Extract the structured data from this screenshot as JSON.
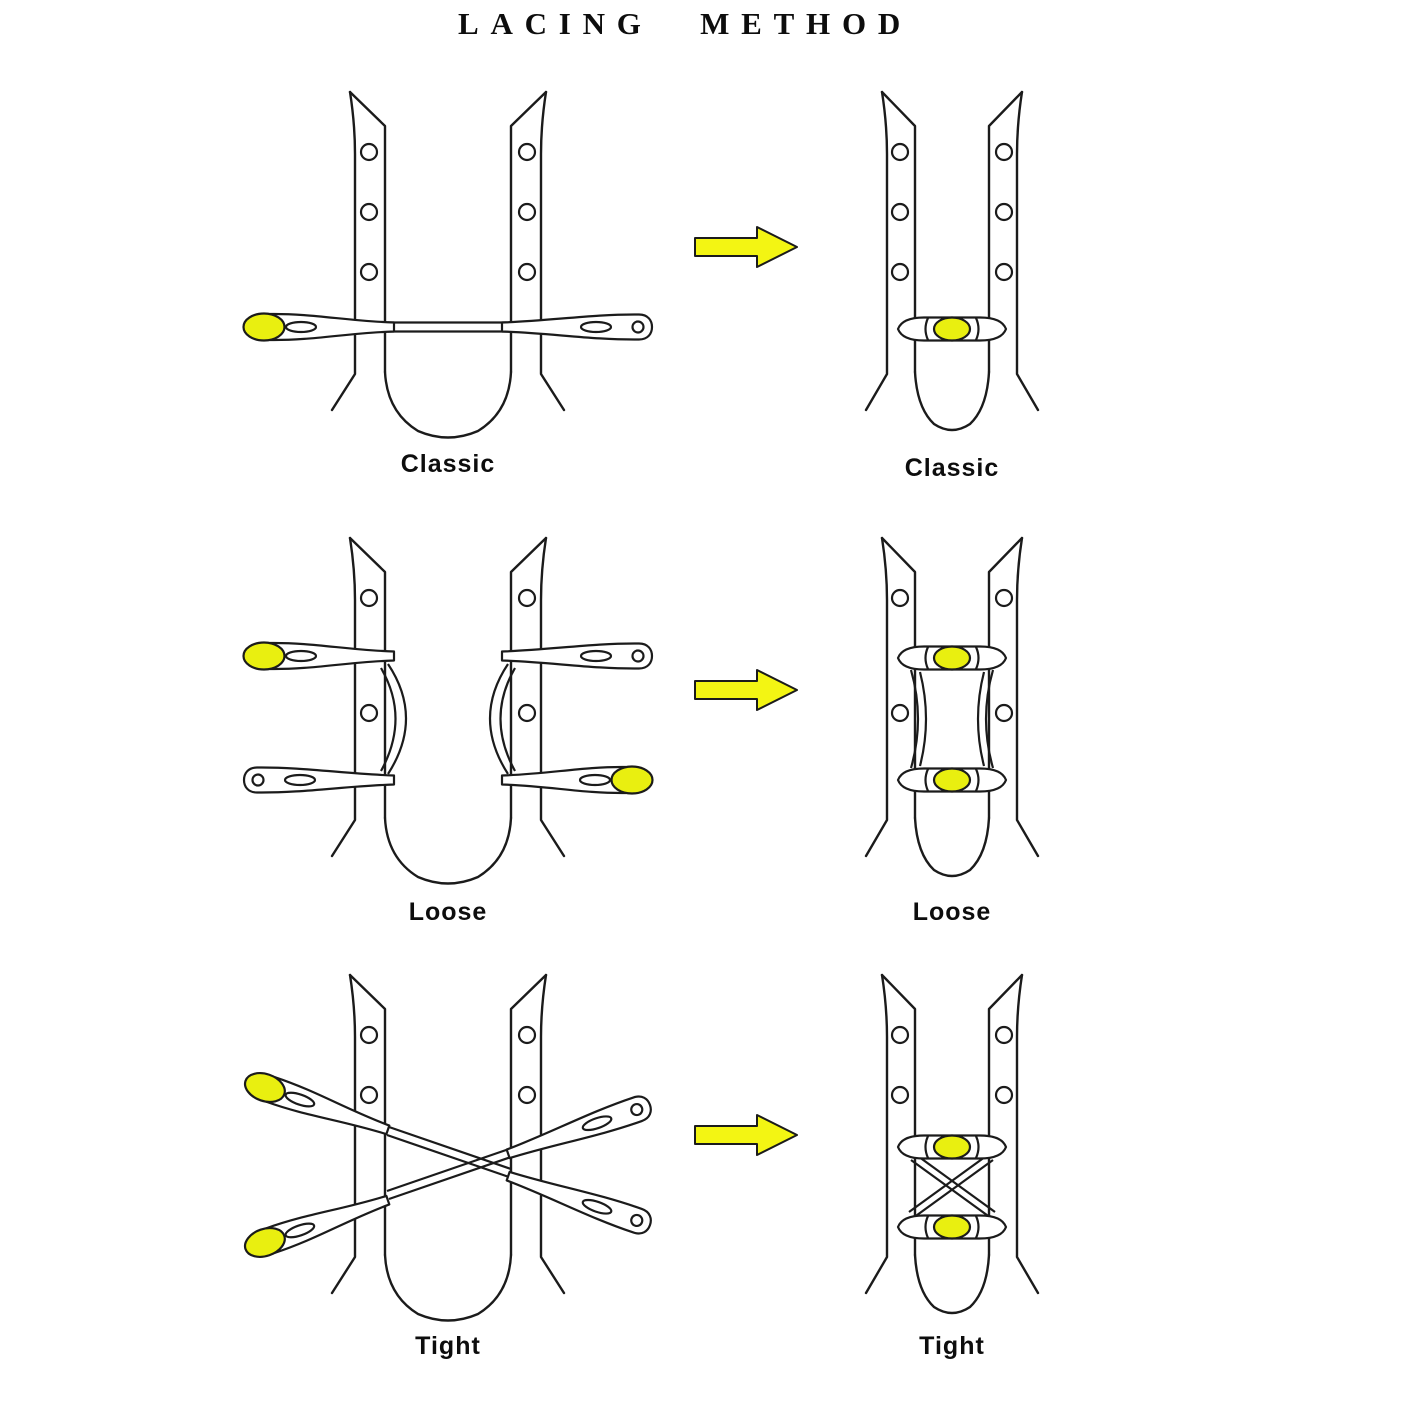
{
  "title": "LACING METHOD",
  "colors": {
    "lace_yellow": "#e9ef10",
    "arrow_yellow": "#f3f513",
    "line": "#1b1b1b"
  },
  "rows": [
    {
      "name": "classic",
      "before_label": "Classic",
      "after_label": "Classic"
    },
    {
      "name": "loose",
      "before_label": "Loose",
      "after_label": "Loose"
    },
    {
      "name": "tight",
      "before_label": "Tight",
      "after_label": "Tight"
    }
  ],
  "arrow": {
    "direction": "right"
  }
}
